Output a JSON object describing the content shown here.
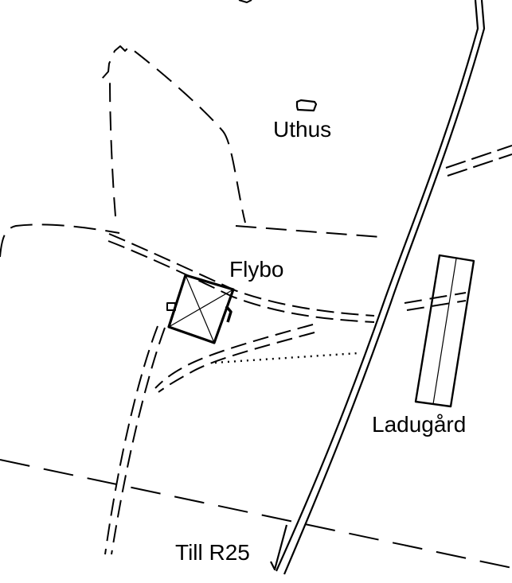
{
  "map": {
    "labels": {
      "uthus": "Uthus",
      "flybo": "Flybo",
      "ladugard": "Ladugård",
      "till_r25": "Till R25"
    },
    "ink_color": "#000000",
    "background_color": "#ffffff"
  }
}
